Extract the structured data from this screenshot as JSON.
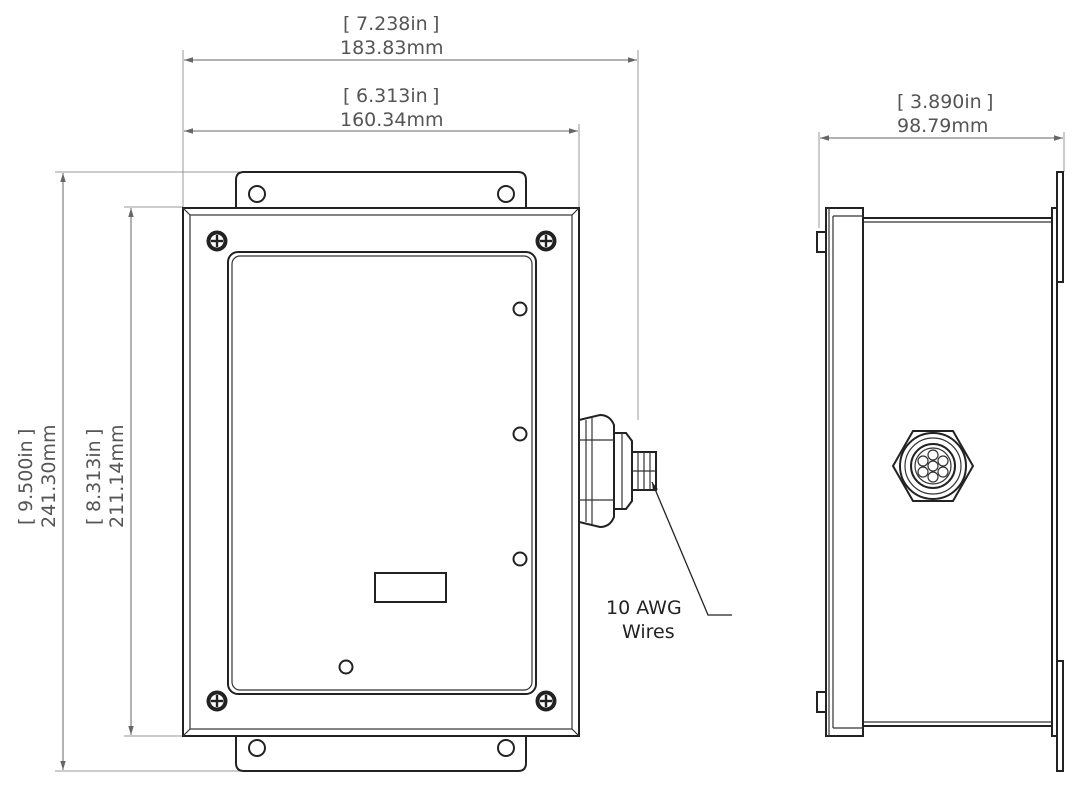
{
  "dimensions": {
    "overall_width": {
      "in": "7.238in",
      "mm": "183.83mm"
    },
    "enclosure_width": {
      "in": "6.313in",
      "mm": "160.34mm"
    },
    "depth": {
      "in": "3.890in",
      "mm": "98.79mm"
    },
    "overall_height": {
      "in": "9.500in",
      "mm": "241.30mm"
    },
    "enclosure_height": {
      "in": "8.313in",
      "mm": "211.14mm"
    }
  },
  "callout": {
    "line1": "10 AWG",
    "line2": "Wires"
  },
  "colors": {
    "line": "#222222",
    "dimension": "#666666",
    "background": "#ffffff"
  }
}
